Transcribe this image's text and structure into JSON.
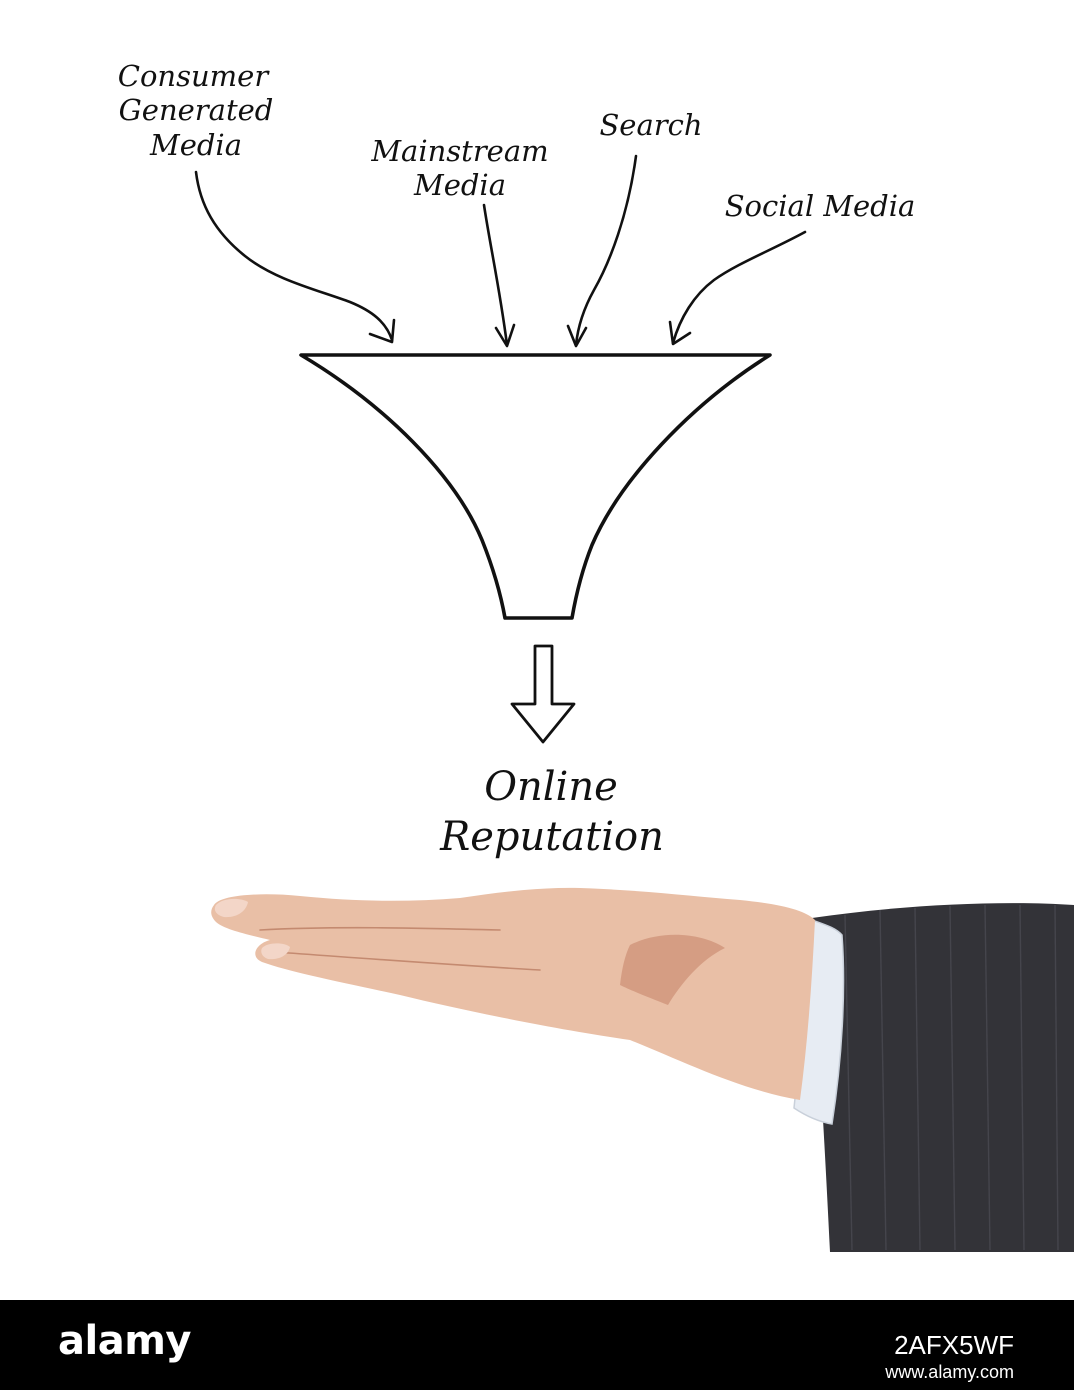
{
  "diagram": {
    "inputs": [
      {
        "line1": "Consumer",
        "line2": "Generated",
        "line3": "Media"
      },
      {
        "line1": "Mainstream",
        "line2": "Media"
      },
      {
        "line1": "Search"
      },
      {
        "line1": "Social Media"
      }
    ],
    "output": {
      "line1": "Online",
      "line2": "Reputation"
    }
  },
  "footer": {
    "brand": "alamy",
    "stock_id": "2AFX5WF",
    "site": "www.alamy.com"
  },
  "colors": {
    "ink": "#111111",
    "background": "#ffffff",
    "footer": "#000000",
    "sleeve": "#333338",
    "skin": "#e9bfa6"
  }
}
